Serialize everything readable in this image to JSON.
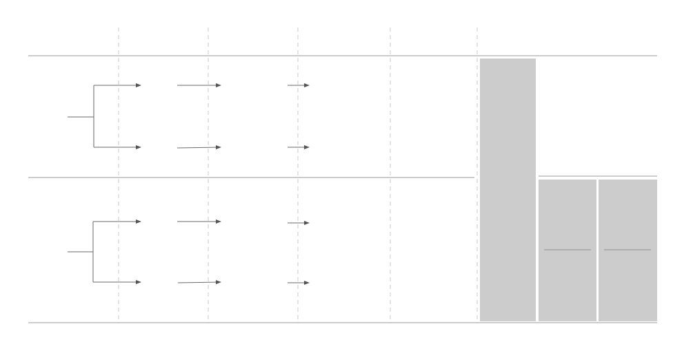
{
  "diagram": {
    "colors": {
      "background": "#ffffff",
      "rule": "#9a9a9a",
      "dashed_guide": "#c8c8c8",
      "connector": "#6a6a6a",
      "panel_fill": "#cbcccb",
      "panel_separator": "#ffffff",
      "panel_mark": "#8f8f8f"
    },
    "rows": 2,
    "branches_per_row": 2,
    "arrow_columns": 3,
    "dashed_guides": 5,
    "panels": {
      "count": 3,
      "inner_marks": 2
    }
  }
}
